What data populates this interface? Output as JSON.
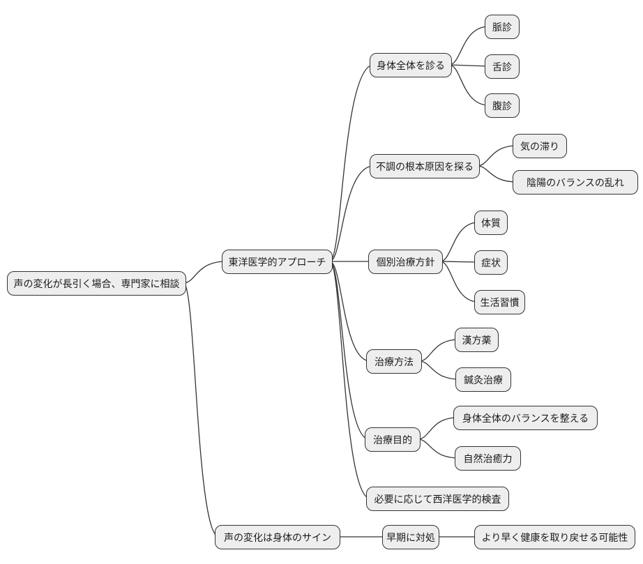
{
  "diagram": {
    "type": "mindmap",
    "background": "#ffffff",
    "node_fill": "#eeeeee",
    "node_border": "#333333",
    "edge_color": "#333333",
    "text_color": "#1a1a1a"
  },
  "nodes": {
    "root": {
      "label": "声の変化が長引く場合、専門家に相談"
    },
    "eastern_approach": {
      "label": "東洋医学的アプローチ"
    },
    "holistic_exam": {
      "label": "身体全体を診る"
    },
    "pulse_diagnosis": {
      "label": "脈診"
    },
    "tongue_diagnosis": {
      "label": "舌診"
    },
    "abdominal_diagnosis": {
      "label": "腹診"
    },
    "root_cause": {
      "label": "不調の根本原因を探る"
    },
    "qi_stagnation": {
      "label": "気の滞り"
    },
    "yinyang_imbalance": {
      "label": "陰陽のバランスの乱れ"
    },
    "individual_policy": {
      "label": "個別治療方針"
    },
    "constitution": {
      "label": "体質"
    },
    "symptoms": {
      "label": "症状"
    },
    "lifestyle": {
      "label": "生活習慣"
    },
    "treatment_methods": {
      "label": "治療方法"
    },
    "kampo_medicine": {
      "label": "漢方薬"
    },
    "acupuncture": {
      "label": "鍼灸治療"
    },
    "treatment_purpose": {
      "label": "治療目的"
    },
    "whole_body_balance": {
      "label": "身体全体のバランスを整える"
    },
    "natural_healing": {
      "label": "自然治癒力"
    },
    "western_tests": {
      "label": "必要に応じて西洋医学的検査"
    },
    "voice_sign": {
      "label": "声の変化は身体のサイン"
    },
    "early_action": {
      "label": "早期に対処"
    },
    "early_recovery": {
      "label": "より早く健康を取り戻せる可能性"
    }
  },
  "edges": [
    {
      "from": "root",
      "to": "eastern_approach"
    },
    {
      "from": "root",
      "to": "voice_sign"
    },
    {
      "from": "eastern_approach",
      "to": "holistic_exam"
    },
    {
      "from": "eastern_approach",
      "to": "root_cause"
    },
    {
      "from": "eastern_approach",
      "to": "individual_policy"
    },
    {
      "from": "eastern_approach",
      "to": "treatment_methods"
    },
    {
      "from": "eastern_approach",
      "to": "treatment_purpose"
    },
    {
      "from": "eastern_approach",
      "to": "western_tests"
    },
    {
      "from": "holistic_exam",
      "to": "pulse_diagnosis"
    },
    {
      "from": "holistic_exam",
      "to": "tongue_diagnosis"
    },
    {
      "from": "holistic_exam",
      "to": "abdominal_diagnosis"
    },
    {
      "from": "root_cause",
      "to": "qi_stagnation"
    },
    {
      "from": "root_cause",
      "to": "yinyang_imbalance"
    },
    {
      "from": "individual_policy",
      "to": "constitution"
    },
    {
      "from": "individual_policy",
      "to": "symptoms"
    },
    {
      "from": "individual_policy",
      "to": "lifestyle"
    },
    {
      "from": "treatment_methods",
      "to": "kampo_medicine"
    },
    {
      "from": "treatment_methods",
      "to": "acupuncture"
    },
    {
      "from": "treatment_purpose",
      "to": "whole_body_balance"
    },
    {
      "from": "treatment_purpose",
      "to": "natural_healing"
    },
    {
      "from": "voice_sign",
      "to": "early_action"
    },
    {
      "from": "early_action",
      "to": "early_recovery"
    }
  ]
}
